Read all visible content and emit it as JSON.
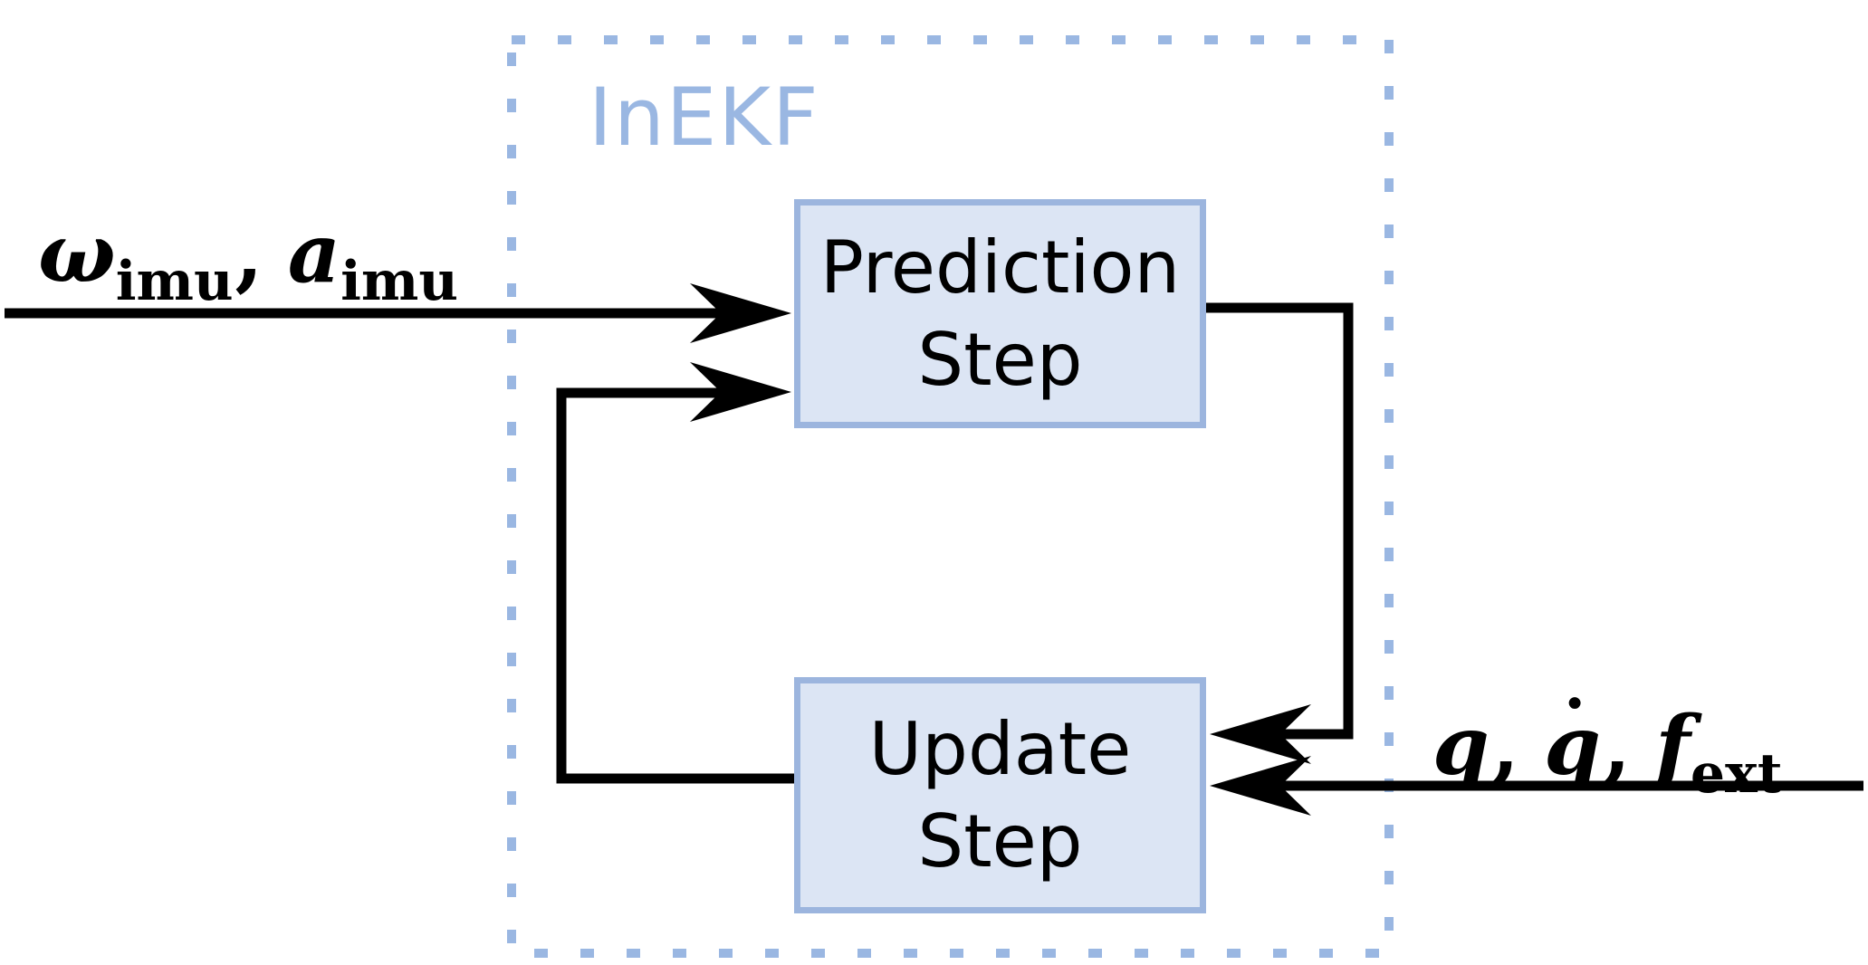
{
  "colors": {
    "accent": "#9ab7e2",
    "box_border": "#9cb5de",
    "box_fill": "#dce5f4",
    "line": "#000000",
    "text": "#000000",
    "background": "#ffffff"
  },
  "inekf": {
    "label": "InEKF"
  },
  "boxes": {
    "prediction": {
      "label": "Prediction Step"
    },
    "update": {
      "label": "Update Step"
    }
  },
  "inputs": {
    "imu": {
      "symbol_1": "ω",
      "subscript_1": "imu",
      "separator": ",",
      "symbol_2": "a",
      "subscript_2": "imu"
    },
    "measurement": {
      "symbol_1": "q",
      "separator_1": ",",
      "symbol_2": "q",
      "dot_accent": "˙",
      "separator_2": ",",
      "symbol_3": "f",
      "subscript_3": "ext"
    }
  }
}
